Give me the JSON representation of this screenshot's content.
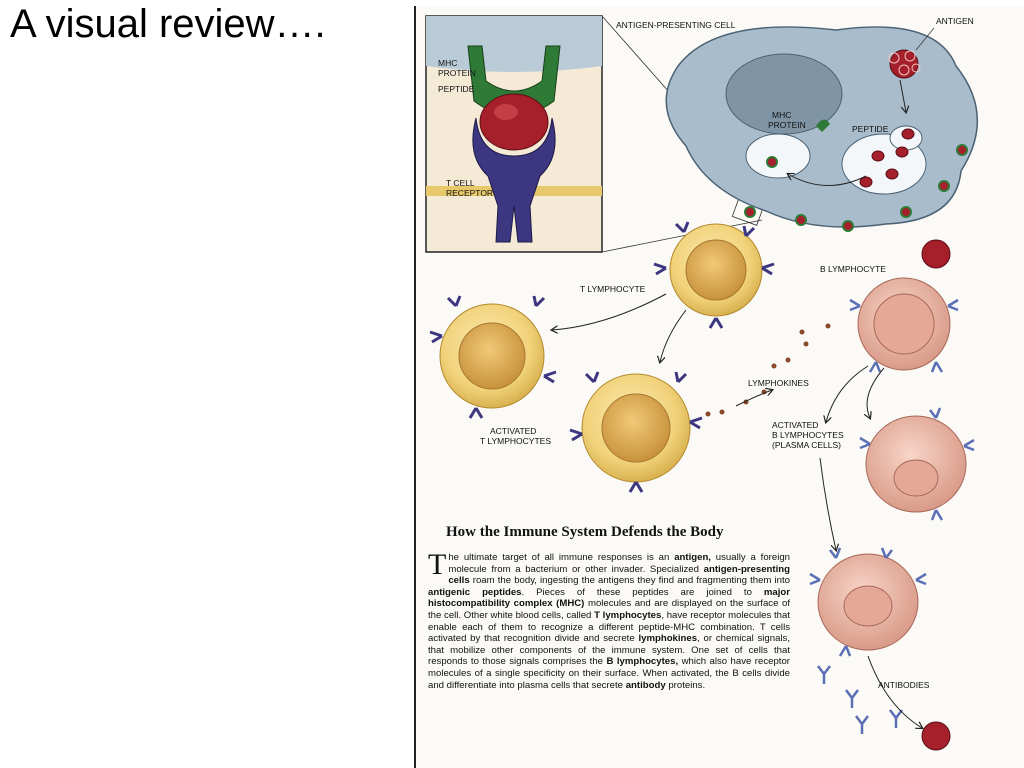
{
  "slide": {
    "title": "A visual review…."
  },
  "diagram": {
    "labels": {
      "antigen_presenting_cell": "ANTIGEN-PRESENTING CELL",
      "antigen": "ANTIGEN",
      "mhc_inset_1": "MHC",
      "mhc_inset_2": "PROTEIN",
      "peptide_inset": "PEPTIDE",
      "t_cell_receptor_1": "T CELL",
      "t_cell_receptor_2": "RECEPTOR",
      "mhc_cell_1": "MHC",
      "mhc_cell_2": "PROTEIN",
      "peptide_cell": "PEPTIDE",
      "t_lymphocyte": "T LYMPHOCYTE",
      "b_lymphocyte": "B LYMPHOCYTE",
      "lymphokines": "LYMPHOKINES",
      "activated_t_1": "ACTIVATED",
      "activated_t_2": "T LYMPHOCYTES",
      "activated_b_1": "ACTIVATED",
      "activated_b_2": "B LYMPHOCYTES",
      "activated_b_3": "(PLASMA CELLS)",
      "antibodies": "ANTIBODIES"
    }
  },
  "article": {
    "title": "How the Immune System Defends the Body",
    "segments": [
      {
        "text": "he ultimate target of all immune responses is an ",
        "bold": false
      },
      {
        "text": "antigen,",
        "bold": true
      },
      {
        "text": " usually a foreign molecule from a bacterium or other invader. Specialized ",
        "bold": false
      },
      {
        "text": "antigen-presenting cells",
        "bold": true
      },
      {
        "text": " roam the body, ingesting the antigens they find and fragmenting them into ",
        "bold": false
      },
      {
        "text": "antigenic peptides",
        "bold": true
      },
      {
        "text": ". Pieces of these peptides are joined to ",
        "bold": false
      },
      {
        "text": "major histocompatibility complex (MHC)",
        "bold": true
      },
      {
        "text": " molecules and are displayed on the surface of the cell. Other white blood cells, called ",
        "bold": false
      },
      {
        "text": "T lymphocytes",
        "bold": true
      },
      {
        "text": ", have receptor molecules that enable each of them to recognize a different peptide-MHC combination. T cells activated by that recognition divide and secrete ",
        "bold": false
      },
      {
        "text": "lymphokines",
        "bold": true
      },
      {
        "text": ", or chemical signals, that mobilize other components of the immune system. One set of cells that responds to those signals comprises the ",
        "bold": false
      },
      {
        "text": "B lymphocytes,",
        "bold": true
      },
      {
        "text": " which also have receptor molecules of a single specificity on their surface. When activated, the B cells divide and differentiate into plasma cells that secrete ",
        "bold": false
      },
      {
        "text": "antibody",
        "bold": true
      },
      {
        "text": " proteins.",
        "bold": false
      }
    ],
    "dropcap": "T"
  },
  "colors": {
    "apc": "#a9bccb",
    "t_cell": "#f1d27a",
    "t_nucleus": "#d9a84e",
    "b_cell": "#ecb3a3",
    "receptor": "#3c3780",
    "antigen": "#a0202a",
    "mhc": "#2f7a36"
  }
}
